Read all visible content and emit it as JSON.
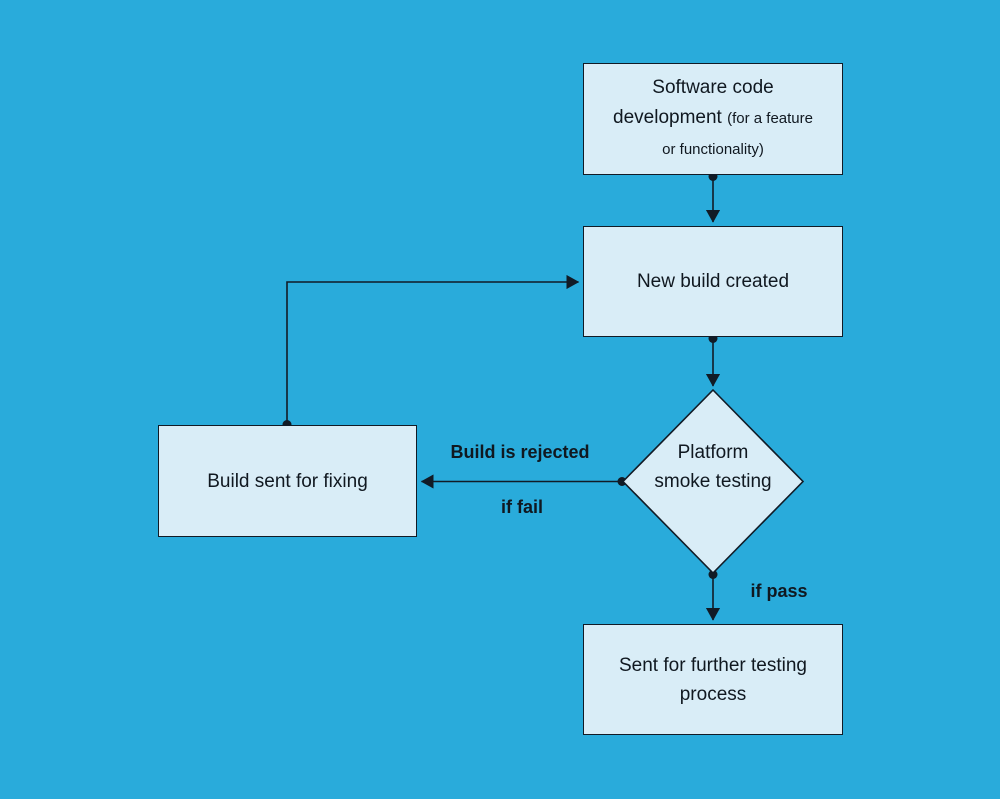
{
  "flowchart": {
    "colors": {
      "background": "#29ABDB",
      "node_fill": "#D9EDF7",
      "stroke": "#111B26",
      "text": "#101820"
    },
    "nodes": {
      "software_dev": {
        "title": "Software code development",
        "subtitle": "(for a feature or functionality)"
      },
      "new_build": {
        "label": "New build created"
      },
      "smoke_testing": {
        "label": "Platform smoke testing"
      },
      "build_fixing": {
        "label": "Build sent for fixing"
      },
      "further_testing": {
        "label": "Sent for further testing process"
      }
    },
    "edge_labels": {
      "build_rejected": "Build is rejected",
      "if_fail": "if fail",
      "if_pass": "if pass"
    }
  }
}
